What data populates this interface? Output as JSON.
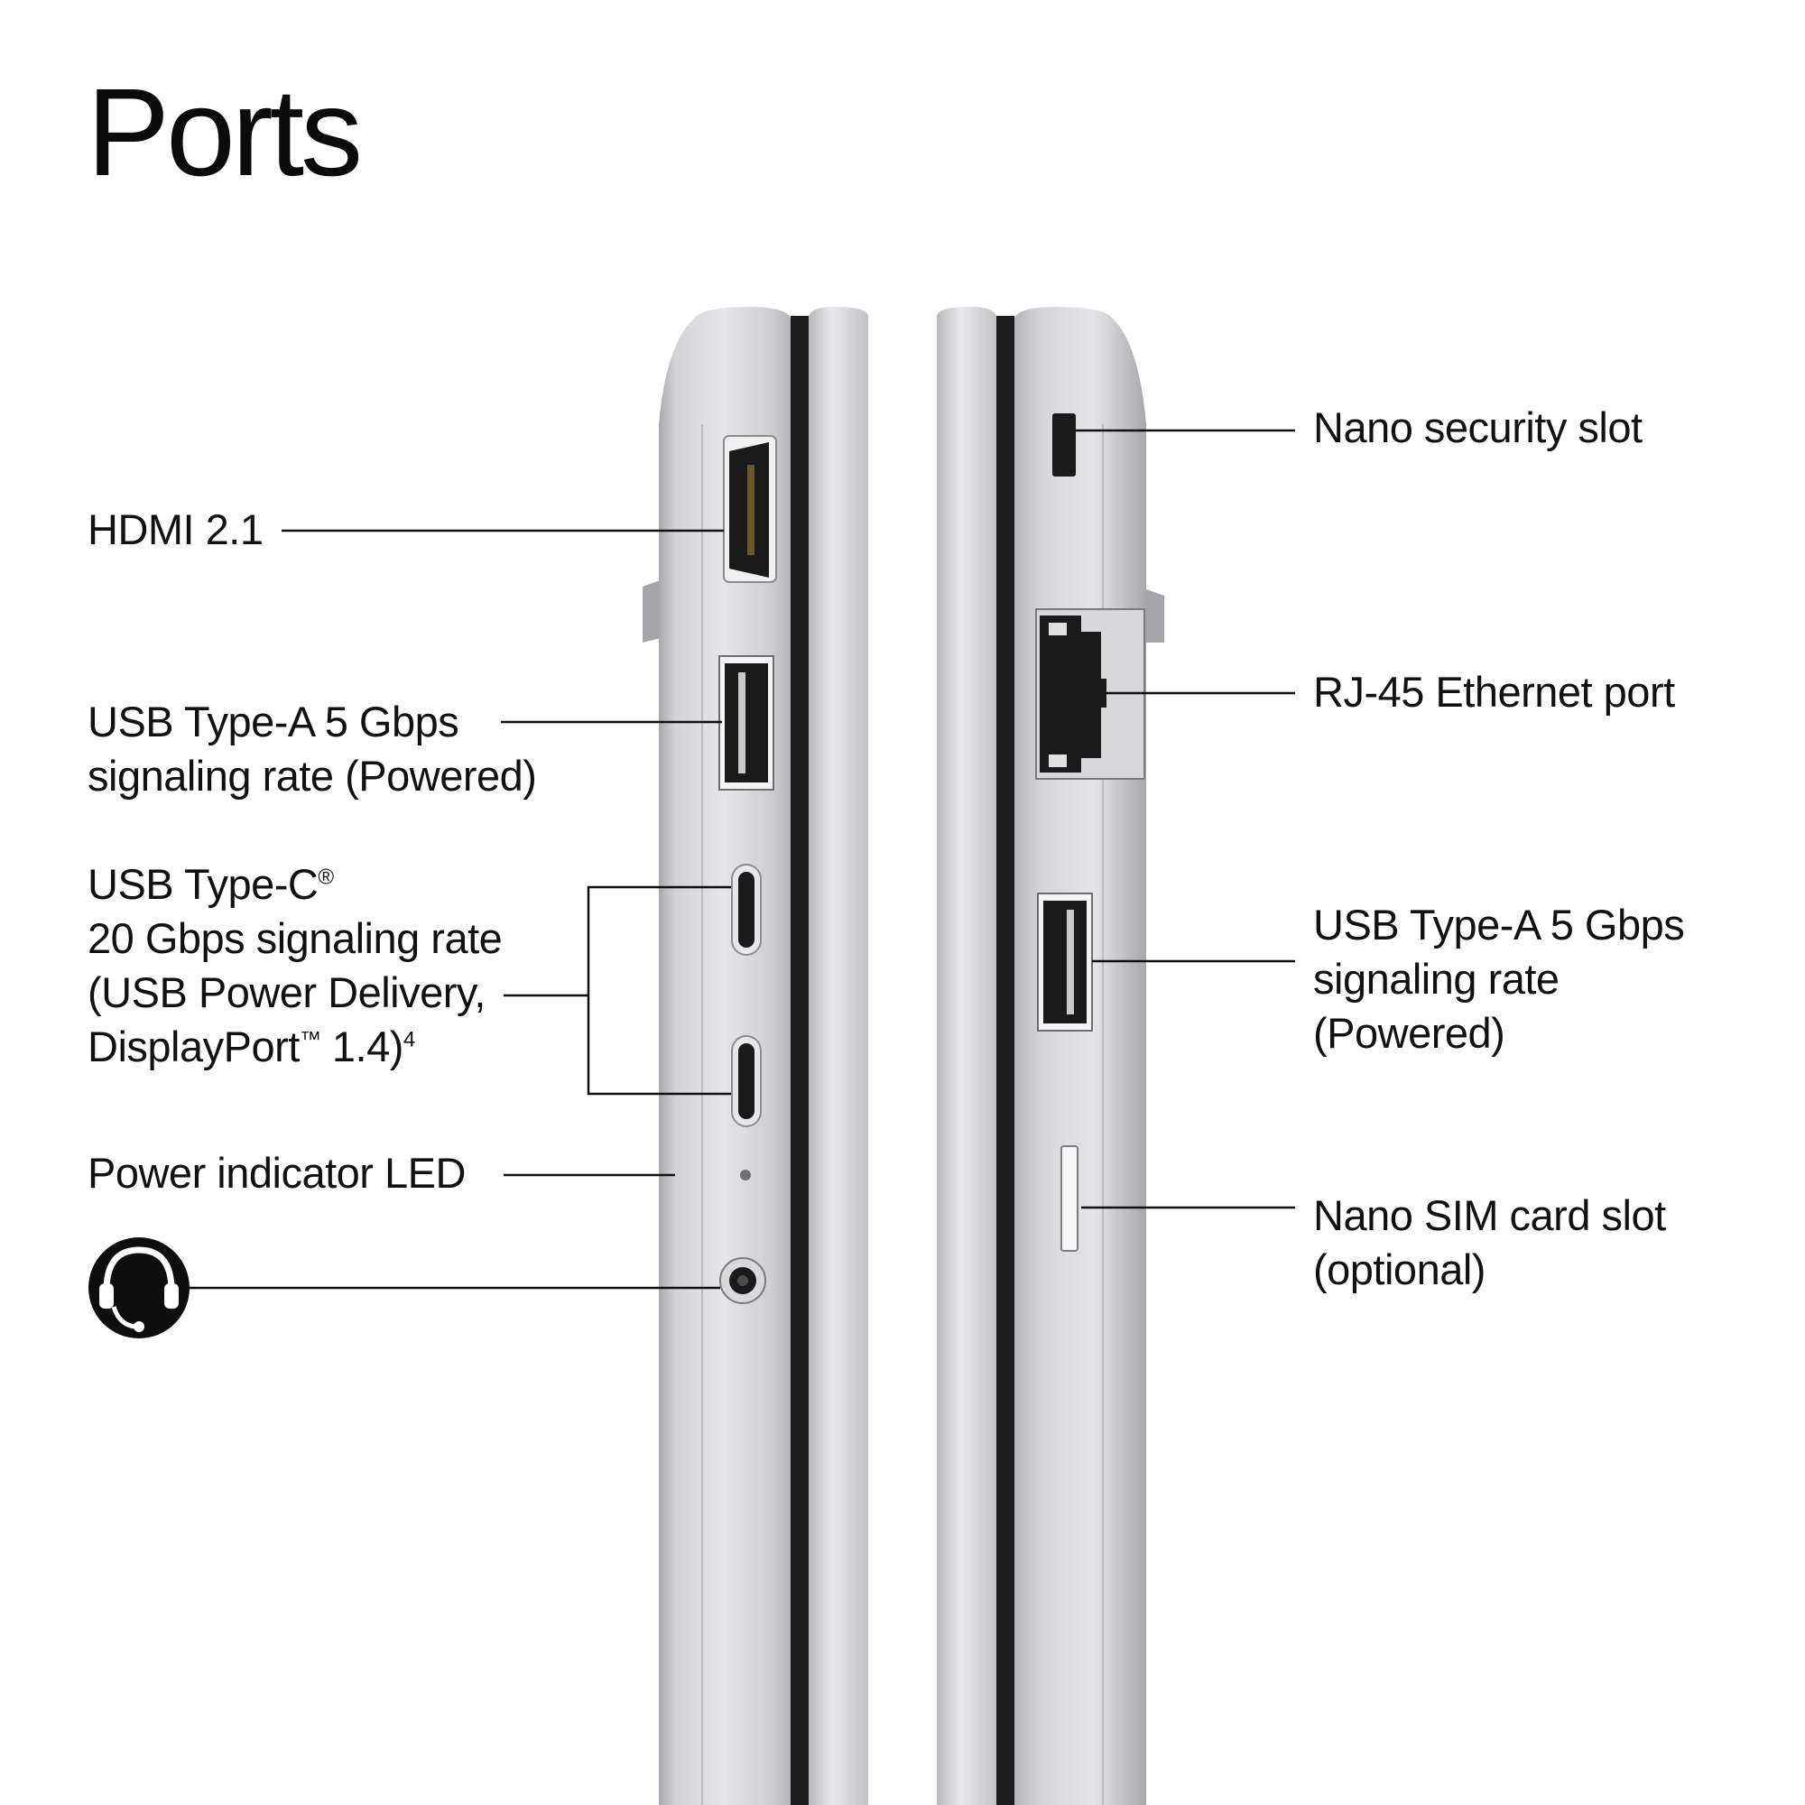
{
  "title": "Ports",
  "labels": {
    "hdmi": "HDMI 2.1",
    "usba_left": {
      "line1": "USB Type-A 5 Gbps",
      "line2": "signaling rate (Powered)"
    },
    "usbc": {
      "line1_text": "USB Type-C",
      "line1_sup": "®",
      "line2": "20 Gbps signaling rate",
      "line3": "(USB Power Delivery,",
      "line4_text": "DisplayPort",
      "line4_sup": "™",
      "line4_text2": " 1.4)",
      "line4_sup2": "4"
    },
    "power_led": "Power indicator LED",
    "security": "Nano security slot",
    "ethernet": "RJ-45 Ethernet port",
    "usba_right": {
      "line1": "USB Type-A 5 Gbps",
      "line2": "signaling rate",
      "line3": "(Powered)"
    },
    "sim": {
      "line1": "Nano SIM card slot",
      "line2": "(optional)"
    }
  },
  "icons": {
    "headset": "headset-icon"
  },
  "colors": {
    "chassis": "#c9c9cc",
    "chassis_light": "#e4e4e6",
    "port_dark": "#1a1a1a",
    "leader": "#111111"
  }
}
